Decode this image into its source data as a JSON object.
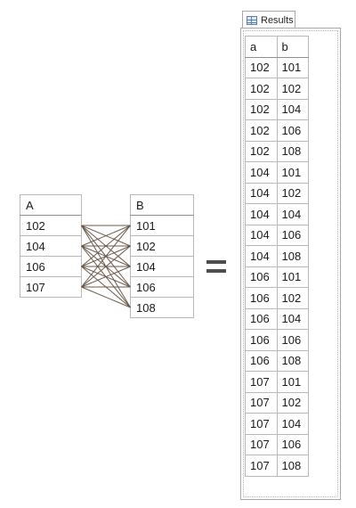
{
  "tableA": {
    "header": "A",
    "rows": [
      "102",
      "104",
      "106",
      "107"
    ]
  },
  "tableB": {
    "header": "B",
    "rows": [
      "101",
      "102",
      "104",
      "106",
      "108"
    ]
  },
  "operator": "=",
  "results": {
    "tab_label": "Results",
    "columns": [
      "a",
      "b"
    ],
    "rows": [
      [
        "102",
        "101"
      ],
      [
        "102",
        "102"
      ],
      [
        "102",
        "104"
      ],
      [
        "102",
        "106"
      ],
      [
        "102",
        "108"
      ],
      [
        "104",
        "101"
      ],
      [
        "104",
        "102"
      ],
      [
        "104",
        "104"
      ],
      [
        "104",
        "106"
      ],
      [
        "104",
        "108"
      ],
      [
        "106",
        "101"
      ],
      [
        "106",
        "102"
      ],
      [
        "106",
        "104"
      ],
      [
        "106",
        "106"
      ],
      [
        "106",
        "108"
      ],
      [
        "107",
        "101"
      ],
      [
        "107",
        "102"
      ],
      [
        "107",
        "104"
      ],
      [
        "107",
        "106"
      ],
      [
        "107",
        "108"
      ]
    ]
  },
  "colors": {
    "line": "#6b5a4a",
    "border": "#b9b9b9"
  }
}
